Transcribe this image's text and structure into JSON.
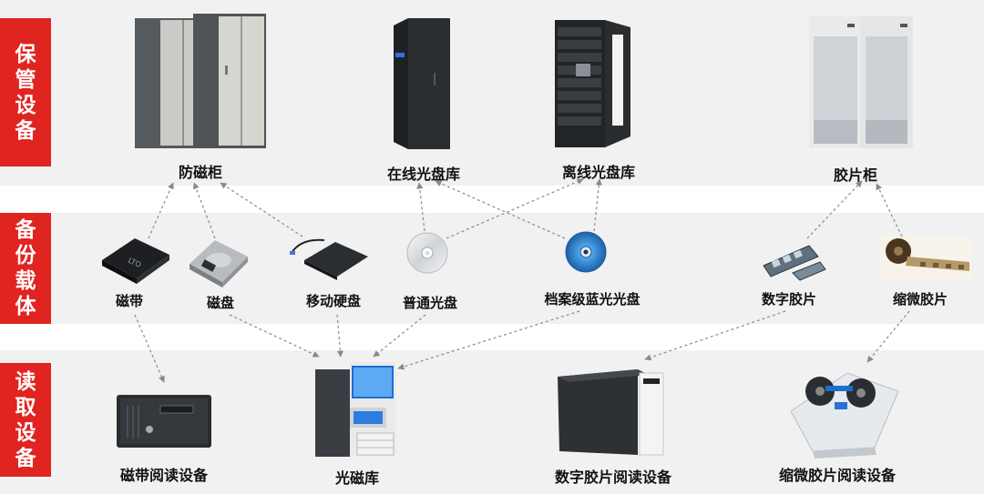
{
  "sections": [
    {
      "id": "storage",
      "label": "保管设备",
      "chars": [
        "保",
        "管",
        "设",
        "备"
      ]
    },
    {
      "id": "media",
      "label": "备份载体",
      "chars": [
        "备",
        "份",
        "载",
        "体"
      ]
    },
    {
      "id": "reading",
      "label": "读取设备",
      "chars": [
        "读",
        "取",
        "设",
        "备"
      ]
    }
  ],
  "storage_devices": [
    {
      "name": "防磁柜"
    },
    {
      "name": "在线光盘库"
    },
    {
      "name": "离线光盘库"
    },
    {
      "name": "胶片柜"
    }
  ],
  "media": [
    {
      "name": "磁带"
    },
    {
      "name": "磁盘"
    },
    {
      "name": "移动硬盘"
    },
    {
      "name": "普通光盘"
    },
    {
      "name": "档案级蓝光光盘"
    },
    {
      "name": "数字胶片"
    },
    {
      "name": "缩微胶片"
    }
  ],
  "readers": [
    {
      "name": "磁带阅读设备"
    },
    {
      "name": "光磁库"
    },
    {
      "name": "数字胶片阅读设备"
    },
    {
      "name": "缩微胶片阅读设备"
    }
  ],
  "colors": {
    "accent": "#e0241f",
    "band": "#f1f1f1",
    "arrow": "#8a8a8a"
  }
}
